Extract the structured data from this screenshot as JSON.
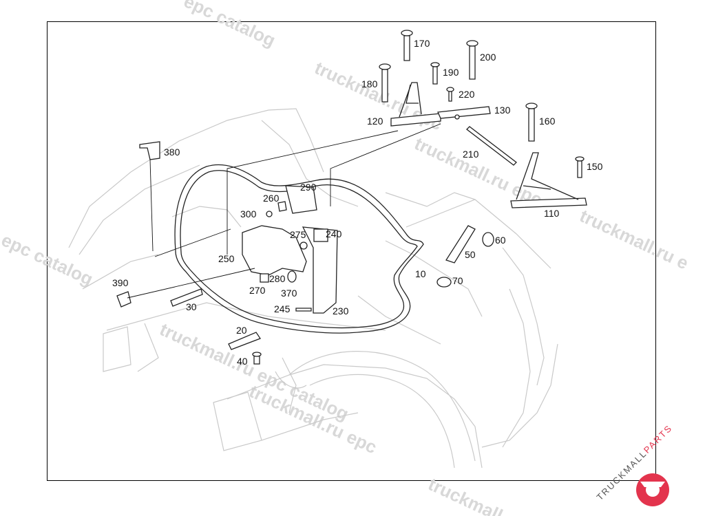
{
  "callouts": [
    {
      "label": "170"
    },
    {
      "label": "200"
    },
    {
      "label": "190"
    },
    {
      "label": "180"
    },
    {
      "label": "220"
    },
    {
      "label": "130"
    },
    {
      "label": "120"
    },
    {
      "label": "160"
    },
    {
      "label": "210"
    },
    {
      "label": "150"
    },
    {
      "label": "110"
    },
    {
      "label": "380"
    },
    {
      "label": "290"
    },
    {
      "label": "260"
    },
    {
      "label": "300"
    },
    {
      "label": "275"
    },
    {
      "label": "240"
    },
    {
      "label": "60"
    },
    {
      "label": "50"
    },
    {
      "label": "250"
    },
    {
      "label": "280"
    },
    {
      "label": "390"
    },
    {
      "label": "10"
    },
    {
      "label": "70"
    },
    {
      "label": "270"
    },
    {
      "label": "370"
    },
    {
      "label": "245"
    },
    {
      "label": "230"
    },
    {
      "label": "30"
    },
    {
      "label": "20"
    },
    {
      "label": "40"
    }
  ],
  "watermarks": [
    {
      "text": "epc catalog"
    },
    {
      "text": "truckmall.ru epc"
    },
    {
      "text": "epc catalog"
    },
    {
      "text": "truckmall.ru e"
    },
    {
      "text": "truckmall.ru epc"
    },
    {
      "text": "truckmall.ru epc catalog"
    },
    {
      "text": "truckmall.ru epc"
    },
    {
      "text": "truckmall.ru"
    }
  ],
  "logo": {
    "text_a": "TRUCKMALL",
    "text_b": "PARTS",
    "color_a": "#555555",
    "color_b": "#e3344d"
  }
}
